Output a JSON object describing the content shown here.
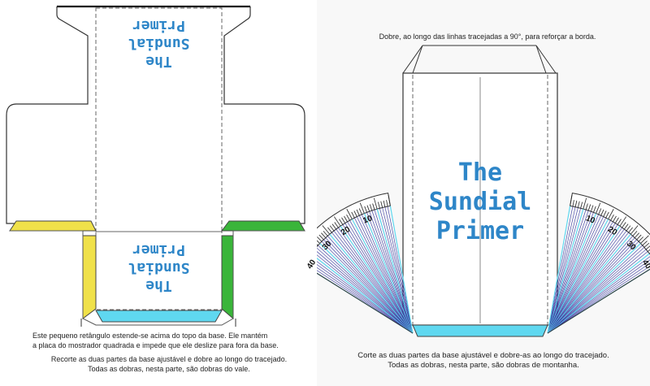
{
  "left": {
    "title_lines": [
      "The",
      "Sundial",
      "Primer"
    ],
    "bottom_title_lines": [
      "The",
      "Sundial",
      "Primer"
    ],
    "note_1_lines": [
      "Este pequeno retângulo estende-se acima do topo da base. Ele mantém",
      "a placa do mostrador quadrada e impede que ele deslize para fora da base."
    ],
    "note_2_lines": [
      "Recorte as duas partes da base ajustável e dobre ao longo do tracejado.",
      "Todas as dobras, nesta parte, são dobras do vale."
    ]
  },
  "right": {
    "top_note": "Dobre, ao longo das linhas tracejadas a 90°, para reforçar a borda.",
    "title_lines": [
      "The",
      "Sundial",
      "Primer"
    ],
    "scale_labels": [
      "10",
      "20",
      "30",
      "40"
    ],
    "bottom_note_lines": [
      "Corte as duas partes da base ajustável e dobre-as ao longo do tracejado.",
      "Todas as dobras, nesta parte, são dobras de montanha."
    ]
  },
  "colors": {
    "yellow": "#f0e14a",
    "green": "#3ab53a",
    "cyan": "#5fd8f0",
    "title_blue": "#2e86c8",
    "fan_blue": "#3a3aa0"
  }
}
